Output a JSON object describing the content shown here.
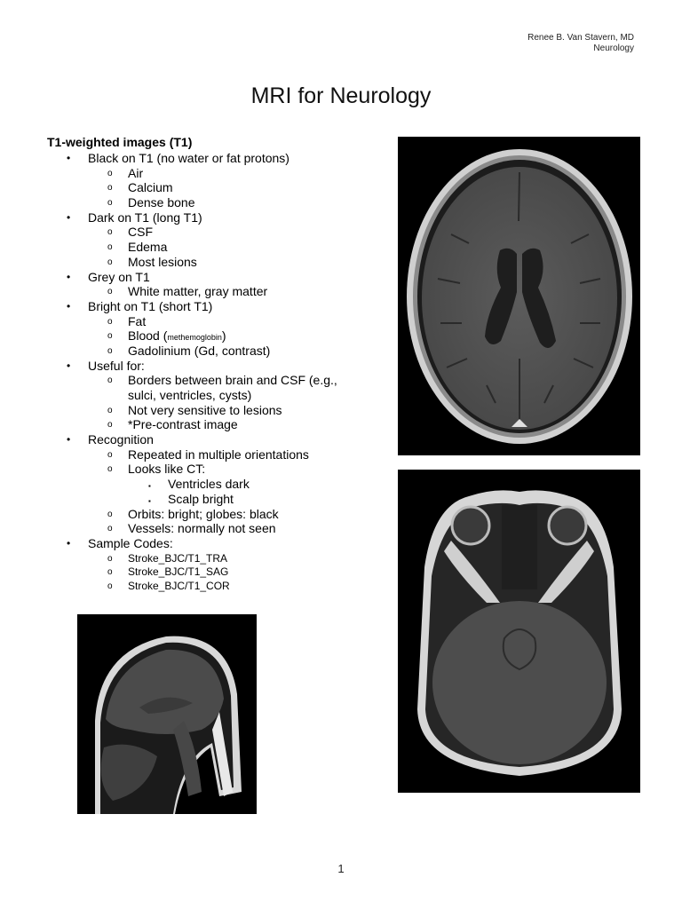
{
  "header": {
    "author": "Renee B. Van Stavern, MD",
    "department": "Neurology"
  },
  "title": "MRI for Neurology",
  "section": {
    "heading": "T1-weighted images (T1)",
    "items": [
      {
        "label": "Black on T1 (no water or fat protons)",
        "children": [
          "Air",
          "Calcium",
          "Dense bone"
        ]
      },
      {
        "label": "Dark on T1 (long T1)",
        "children": [
          "CSF",
          "Edema",
          "Most lesions"
        ]
      },
      {
        "label": "Grey on T1",
        "children": [
          "White matter, gray matter"
        ]
      },
      {
        "label": "Bright on T1 (short T1)",
        "children": [
          "Fat",
          "Blood (",
          "Gadolinium (Gd, contrast)"
        ],
        "blood_note": "methemoglobin",
        "blood_close": ")"
      },
      {
        "label": "Useful for:",
        "children": [
          "Borders between brain and CSF (e.g.,",
          "sulci, ventricles, cysts)",
          "Not very sensitive to lesions",
          "*Pre-contrast image"
        ]
      },
      {
        "label": "Recognition",
        "children": [
          "Repeated in multiple orientations",
          "Looks like CT:",
          "Orbits: bright; globes: black",
          "Vessels: normally not seen"
        ],
        "ct_children": [
          "Ventricles dark",
          "Scalp bright"
        ]
      },
      {
        "label": "Sample Codes:",
        "children": [
          "Stroke_BJC/T1_TRA",
          "Stroke_BJC/T1_SAG",
          "Stroke_BJC/T1_COR"
        ]
      }
    ]
  },
  "markers": {
    "bullet": "•",
    "circle": "o",
    "square": "▪"
  },
  "images": [
    {
      "name": "axial-t1-ventricles",
      "view": "axial"
    },
    {
      "name": "axial-t1-orbits",
      "view": "axial"
    },
    {
      "name": "sagittal-t1",
      "view": "sagittal"
    }
  ],
  "page_number": "1"
}
